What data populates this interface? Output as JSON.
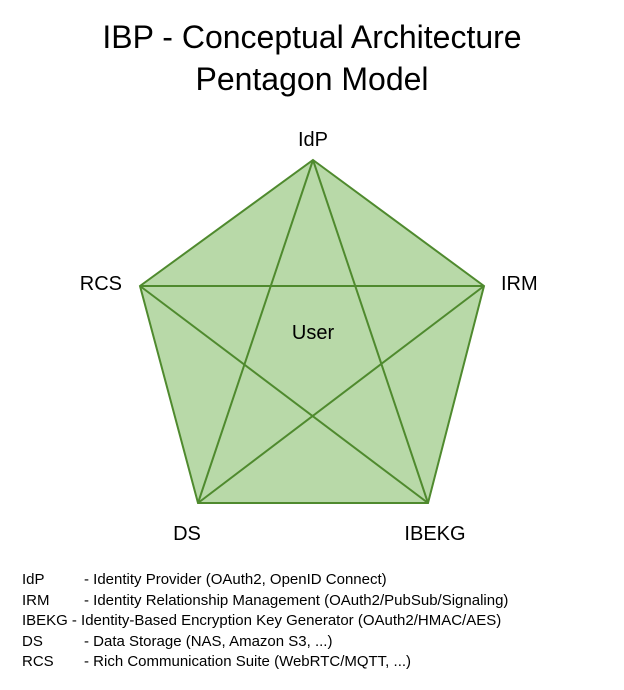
{
  "title": {
    "line1": "IBP - Conceptual Architecture",
    "line2": "Pentagon Model"
  },
  "colors": {
    "fill": "#b8d9a8",
    "stroke": "#4f8a2e"
  },
  "diagram": {
    "center_label": "User",
    "nodes": [
      {
        "id": "idp",
        "label": "IdP"
      },
      {
        "id": "irm",
        "label": "IRM"
      },
      {
        "id": "ibekg",
        "label": "IBEKG"
      },
      {
        "id": "ds",
        "label": "DS"
      },
      {
        "id": "rcs",
        "label": "RCS"
      }
    ]
  },
  "legend": [
    {
      "abbr": "IdP",
      "desc": "- Identity Provider (OAuth2, OpenID Connect)"
    },
    {
      "abbr": "IRM",
      "desc": "- Identity Relationship Management (OAuth2/PubSub/Signaling)"
    },
    {
      "abbr": "IBEKG",
      "desc": "- Identity-Based Encryption Key Generator (OAuth2/HMAC/AES)"
    },
    {
      "abbr": "DS",
      "desc": "- Data Storage (NAS, Amazon S3, ...)"
    },
    {
      "abbr": "RCS",
      "desc": "- Rich Communication Suite (WebRTC/MQTT, ...)"
    }
  ]
}
